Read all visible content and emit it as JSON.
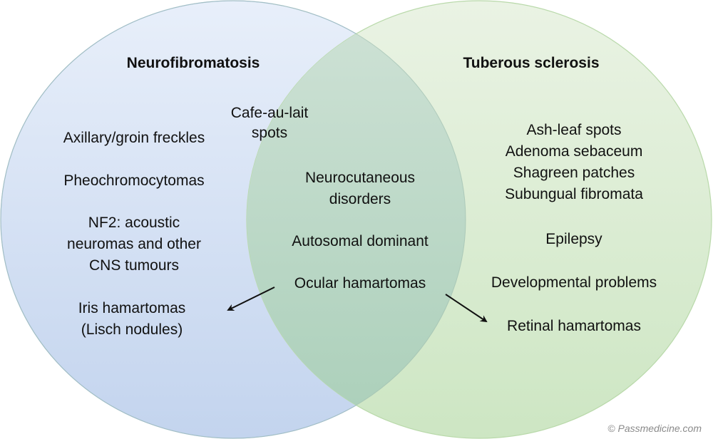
{
  "diagram": {
    "type": "venn",
    "sets": [
      {
        "id": "nf",
        "title": "Neurofibromatosis",
        "fill_top": "#e8effa",
        "fill_bottom": "#c3d4ee",
        "stroke": "#a9c0e4",
        "items": [
          {
            "id": "axillary",
            "lines": [
              "Axillary/groin freckles"
            ]
          },
          {
            "id": "pheo",
            "lines": [
              "Pheochromocytomas"
            ]
          },
          {
            "id": "nf2",
            "lines": [
              "NF2: acoustic",
              "neuromas and other",
              "CNS tumours"
            ]
          },
          {
            "id": "iris",
            "lines": [
              "Iris hamartomas",
              "(Lisch nodules)"
            ]
          }
        ]
      },
      {
        "id": "ts",
        "title": "Tuberous sclerosis",
        "fill_top": "#eaf3e4",
        "fill_bottom": "#cde6c3",
        "stroke": "#b9d9aa",
        "items": [
          {
            "id": "skin",
            "lines": [
              "Ash-leaf spots",
              "Adenoma sebaceum",
              "Shagreen patches",
              "Subungual fibromata"
            ]
          },
          {
            "id": "epilepsy",
            "lines": [
              "Epilepsy"
            ]
          },
          {
            "id": "dev",
            "lines": [
              "Developmental problems"
            ]
          },
          {
            "id": "retinal",
            "lines": [
              "Retinal hamartomas"
            ]
          }
        ]
      }
    ],
    "overlap": {
      "fill_top": "#cfe2d6",
      "fill_bottom": "#aacfb9",
      "items": [
        {
          "id": "cafe",
          "lines": [
            "Cafe-au-lait",
            "spots"
          ]
        },
        {
          "id": "neurocut",
          "lines": [
            "Neurocutaneous",
            "disorders"
          ]
        },
        {
          "id": "ad",
          "lines": [
            "Autosomal dominant"
          ]
        },
        {
          "id": "ocular",
          "lines": [
            "Ocular hamartomas"
          ]
        }
      ]
    },
    "arrows": [
      {
        "from": "Ocular hamartomas",
        "to": "Iris hamartomas (Lisch nodules)"
      },
      {
        "from": "Ocular hamartomas",
        "to": "Retinal hamartomas"
      }
    ],
    "copyright": "© Passmedicine.com"
  }
}
